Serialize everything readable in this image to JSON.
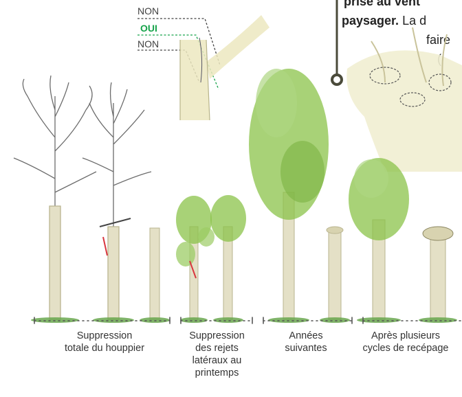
{
  "callout_text": {
    "line1_bold": "prise au vent",
    "line2_bold": "paysager.",
    "line2_rest": "La d",
    "line3": "faire",
    "line4": "("
  },
  "cut_labels": {
    "no_top": "NON",
    "yes": "OUI",
    "no_bottom": "NON"
  },
  "stages": [
    {
      "caption": "Suppression\ntotale du houppier"
    },
    {
      "caption": "Suppression\ndes rejets\nlatéraux au\nprintemps"
    },
    {
      "caption": "Années\nsuivantes"
    },
    {
      "caption": "Après plusieurs\ncycles de recépage"
    }
  ],
  "colors": {
    "ok": "#16a34a",
    "callout": "#4a4a3a",
    "foliage": "#8bc34a",
    "bark": "#d9d6b8"
  }
}
